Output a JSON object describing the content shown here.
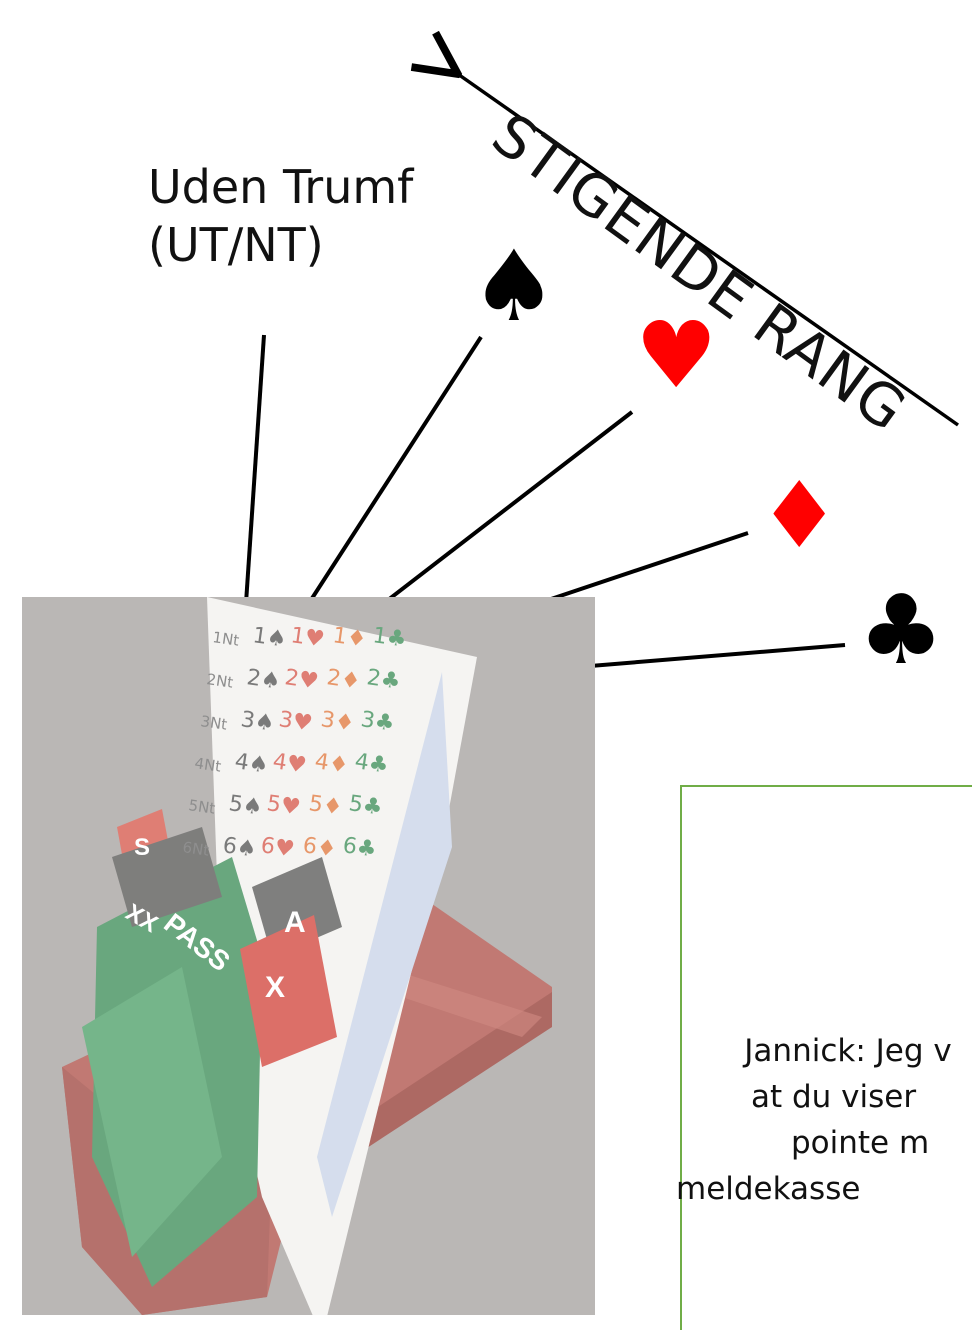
{
  "labels": {
    "no_trump_line1": "Uden Trumf",
    "no_trump_line2": "(UT/NT)",
    "ranking_label": "STIGENDE RANG"
  },
  "suits": {
    "spade": "♠",
    "heart": "♥",
    "diamond": "♦",
    "club": "♣"
  },
  "bidding_cards": {
    "rows": [
      [
        "1Nt",
        "1♠",
        "1♥",
        "1♦",
        "1♣"
      ],
      [
        "2Nt",
        "2♠",
        "2♥",
        "2♦",
        "2♣"
      ],
      [
        "3Nt",
        "3♠",
        "3♥",
        "3♦",
        "3♣"
      ],
      [
        "4Nt",
        "4♠",
        "4♥",
        "4♦",
        "4♣"
      ],
      [
        "5Nt",
        "5♠",
        "5♥",
        "5♦",
        "5♣"
      ],
      [
        "6Nt",
        "6♠",
        "6♥",
        "6♦",
        "6♣"
      ]
    ],
    "stop_card": "S",
    "redouble_card": "XX",
    "pass_card": "PASS",
    "alert_card": "A",
    "double_card": "X"
  },
  "note": {
    "line1": "Jannick: Jeg v",
    "line2": "at du viser",
    "line3": "pointe m",
    "line4": "meldekasse"
  },
  "colors": {
    "red_suit": "#ff0000",
    "black_suit": "#000000",
    "note_border": "#70ad47",
    "box_red": "#a8473f",
    "card_green": "#3f8f5a"
  }
}
